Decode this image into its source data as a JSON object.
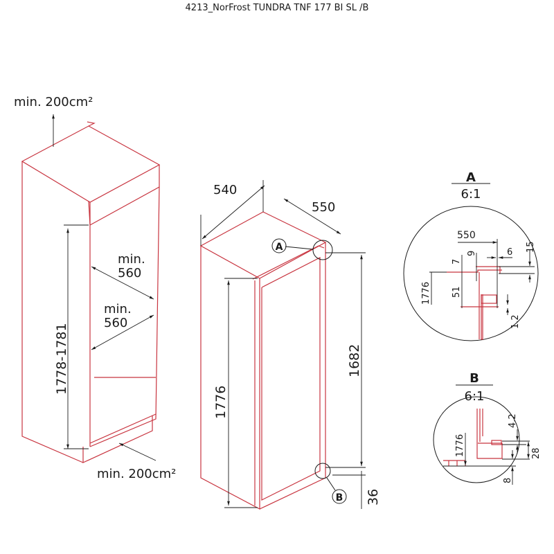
{
  "title": "4213_NorFrost TUNDRA TNF 177 BI SL /B",
  "niche": {
    "vent_top": "min. 200cm²",
    "vent_bottom": "min. 200cm²",
    "depth_upper": [
      "min.",
      "560"
    ],
    "depth_lower": [
      "min.",
      "560"
    ],
    "height": "1778-1781"
  },
  "appliance": {
    "width": "540",
    "depth": "550",
    "height_total": "1776",
    "height_door": "1682",
    "bottom_gap": "36",
    "callout_a": "A",
    "callout_b": "B"
  },
  "detail_a": {
    "label": "A",
    "scale": "6:1",
    "dims": {
      "d550": "550",
      "d7": "7",
      "d9": "9",
      "d6": "6",
      "d15": "15",
      "d1776": "1776",
      "d51": "51",
      "d12": "1.2"
    }
  },
  "detail_b": {
    "label": "B",
    "scale": "6:1",
    "dims": {
      "d42": "4.2",
      "d1776": "1776",
      "d28": "28",
      "d8": "8"
    }
  },
  "colors": {
    "outline": "#c8343f",
    "dimension": "#1a1a1a"
  }
}
